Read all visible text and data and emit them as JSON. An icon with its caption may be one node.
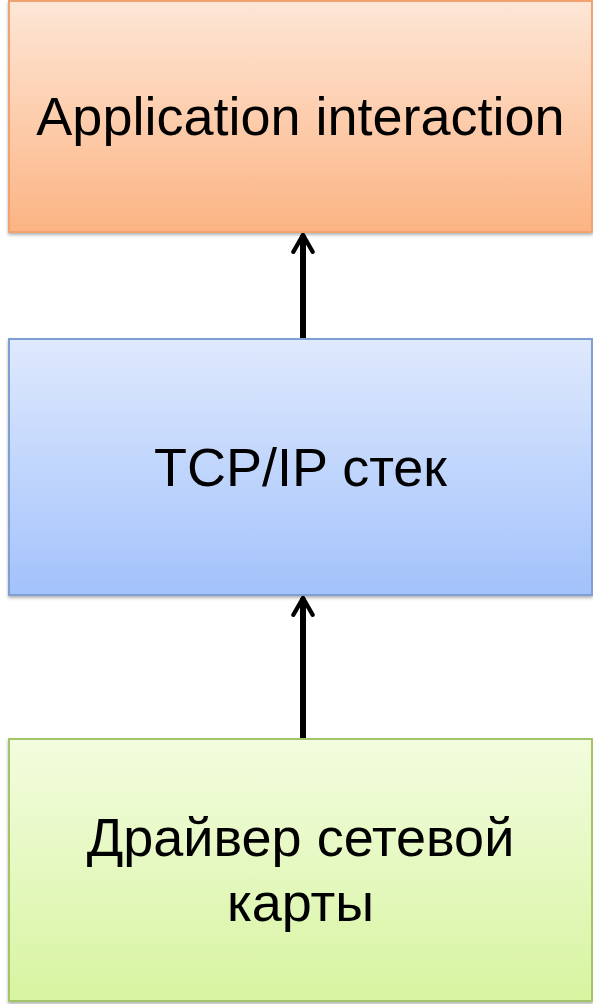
{
  "diagram": {
    "nodes": [
      {
        "text": [
          "Application interaction"
        ]
      },
      {
        "text": [
          "TCP/IP стек"
        ]
      },
      {
        "text": [
          "Драйвер сетевой карты"
        ]
      }
    ],
    "edges": [
      {
        "from": 1,
        "to": 0,
        "arrow": "to"
      },
      {
        "from": 2,
        "to": 1,
        "arrow": "to"
      }
    ]
  }
}
